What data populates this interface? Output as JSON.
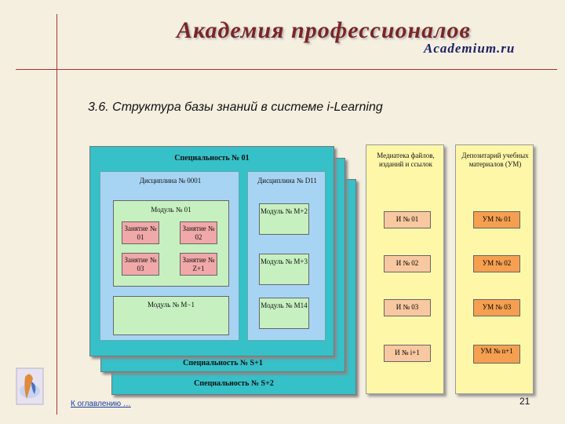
{
  "header": {
    "brand": "Академия профессионалов",
    "site": "Academium.ru"
  },
  "slide": {
    "heading": "3.6. Структура базы знаний в системе i-Learning",
    "toc_link": "К оглавлению …",
    "page_number": "21"
  },
  "diagram": {
    "spec1": "Специальность № 01",
    "spec_s1": "Специальность № S+1",
    "spec_s2": "Специальность № S+2",
    "disc_0001": "Дисциплина № 0001",
    "disc_d11": "Дисциплина № D11",
    "mod1": "Модуль № 01",
    "mod_m1": "Модуль № M−1",
    "mod_m2": "Модуль № M+2",
    "mod_m3": "Модуль № M+3",
    "mod_m14": "Модуль № M14",
    "occ1": "Занятие № 01",
    "occ2": "Занятие № 02",
    "occ3": "Занятие № 03",
    "occ4": "Занятие № Z+1",
    "media_title": "Медиатека файлов, изданий и ссылок",
    "media": [
      "И № 01",
      "И № 02",
      "И № 03",
      "И № i+1"
    ],
    "depo_title": "Депозитарий учебных материалов (УМ)",
    "depo": [
      "УМ № 01",
      "УМ № 02",
      "УМ № 03",
      "УМ № n+1"
    ]
  }
}
